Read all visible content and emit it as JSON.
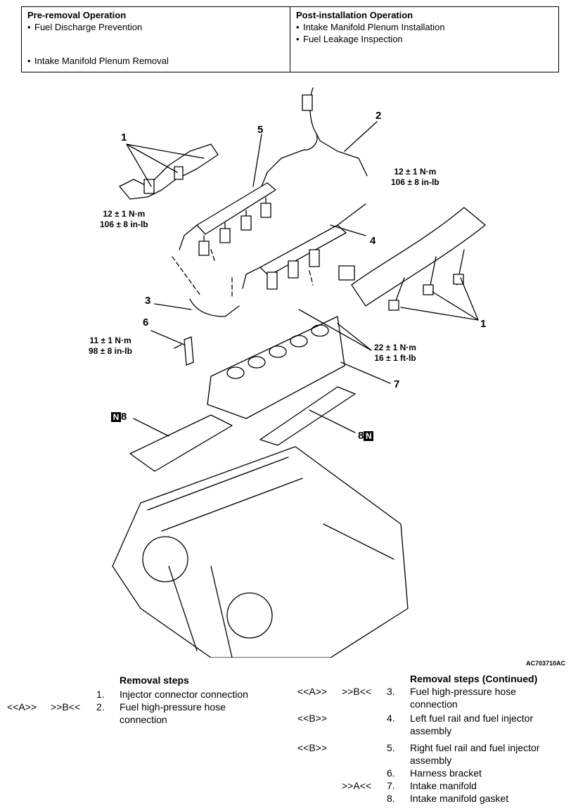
{
  "header": {
    "pre_title": "Pre-removal Operation",
    "pre_items": [
      "Fuel Discharge Prevention",
      "Intake Manifold Plenum Removal"
    ],
    "post_title": "Post-installation Operation",
    "post_items": [
      "Intake Manifold Plenum Installation",
      "Fuel Leakage Inspection"
    ]
  },
  "figure": {
    "callouts": [
      "1",
      "2",
      "5",
      "4",
      "3",
      "6",
      "1",
      "7",
      "8",
      "8"
    ],
    "torques": [
      {
        "nm": "12 ± 1 N·m",
        "alt": "106 ± 8 in-lb"
      },
      {
        "nm": "12 ± 1 N·m",
        "alt": "106 ± 8 in-lb"
      },
      {
        "nm": "11 ± 1 N·m",
        "alt": "98 ± 8 in-lb"
      },
      {
        "nm": "22 ± 1 N·m",
        "alt": "16 ± 1 ft-lb"
      }
    ],
    "n_mark": "N",
    "id": "AC703710AC"
  },
  "steps_left": {
    "title": "Removal steps",
    "items": [
      {
        "mark_a": "",
        "mark_b": "",
        "num": "1.",
        "text": "Injector connector connection"
      },
      {
        "mark_a": "<<A>>",
        "mark_b": ">>B<<",
        "num": "2.",
        "text": "Fuel high-pressure hose connection"
      }
    ]
  },
  "steps_right": {
    "title": "Removal steps (Continued)",
    "items": [
      {
        "mark_a": "<<A>>",
        "mark_b": ">>B<<",
        "num": "3.",
        "text": "Fuel high-pressure hose connection"
      },
      {
        "mark_a": "<<B>>",
        "mark_b": "",
        "num": "4.",
        "text": "Left fuel rail and fuel injector assembly"
      },
      {
        "mark_a": "<<B>>",
        "mark_b": "",
        "num": "5.",
        "text": "Right fuel rail and fuel injector assembly"
      },
      {
        "mark_a": "",
        "mark_b": "",
        "num": "6.",
        "text": "Harness bracket"
      },
      {
        "mark_a": "",
        "mark_b": ">>A<<",
        "num": "7.",
        "text": "Intake manifold"
      },
      {
        "mark_a": "",
        "mark_b": "",
        "num": "8.",
        "text": "Intake manifold gasket"
      }
    ]
  }
}
